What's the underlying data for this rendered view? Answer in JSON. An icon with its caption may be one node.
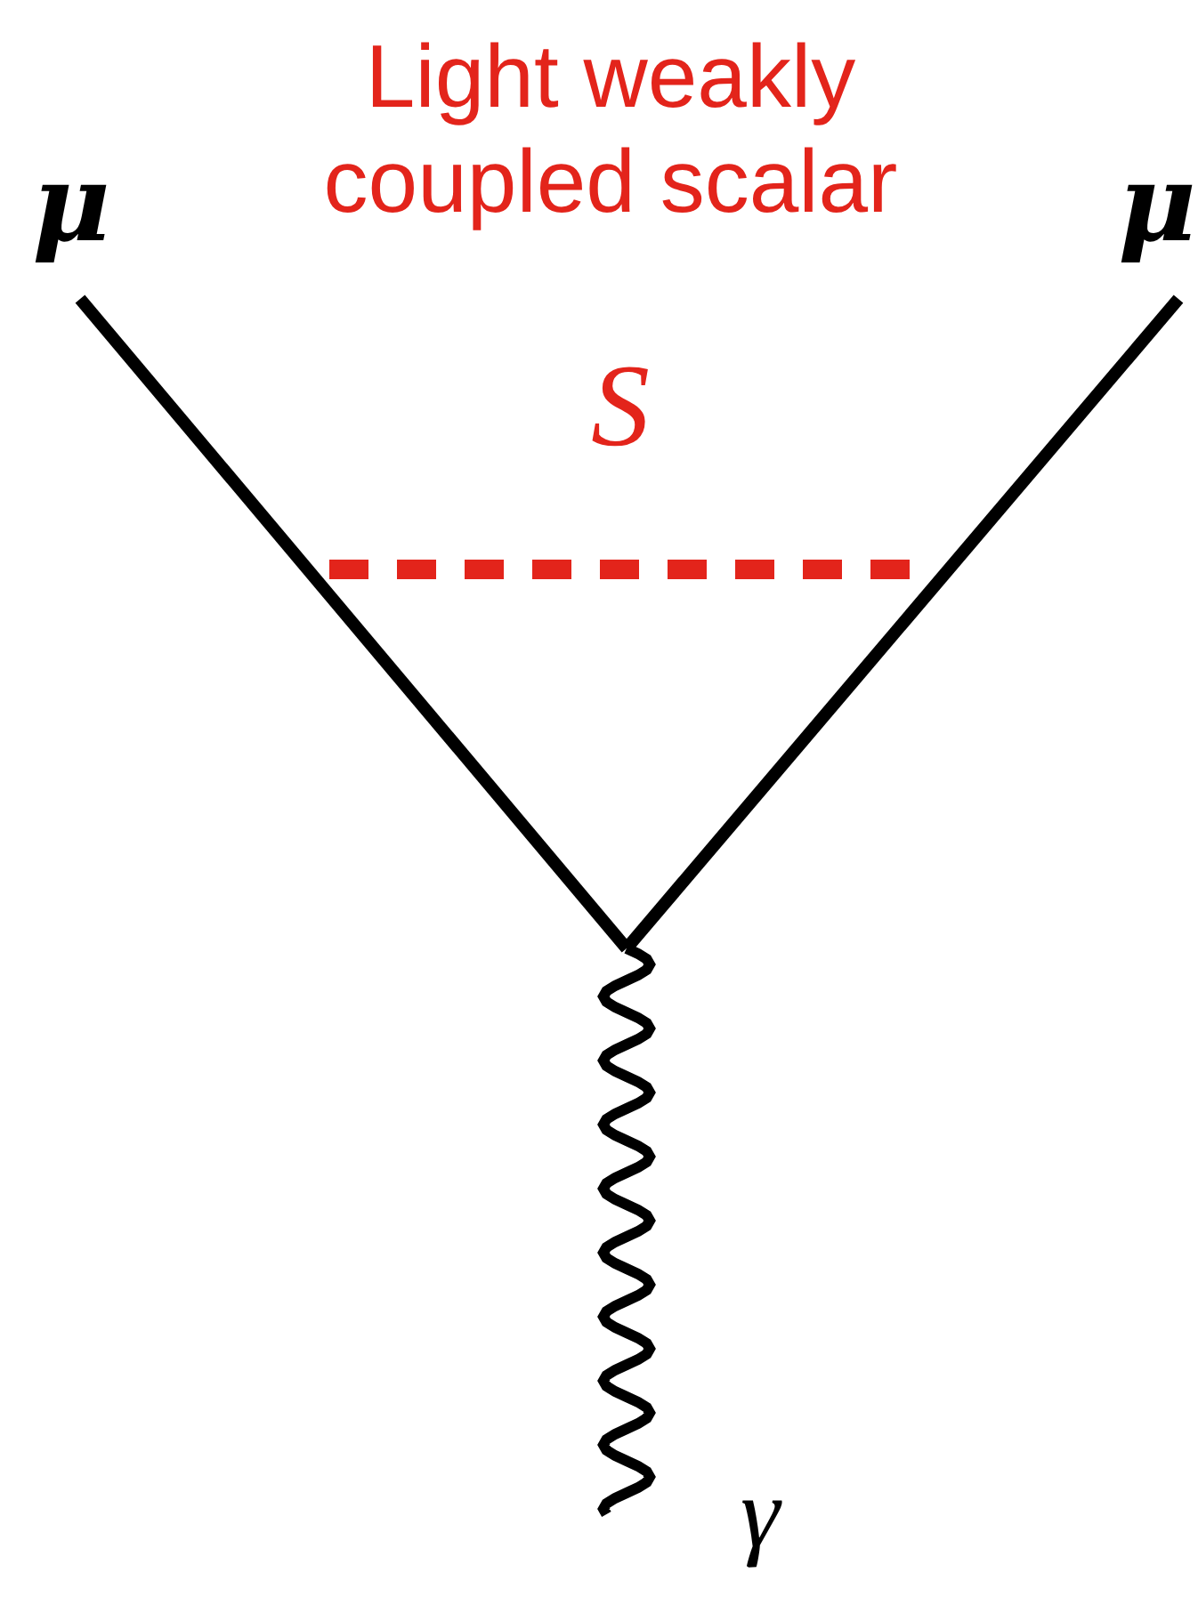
{
  "diagram": {
    "labels": [
      "Light weakly coupled scalar",
      "μ",
      "μ",
      "S",
      "γ"
    ]
  }
}
